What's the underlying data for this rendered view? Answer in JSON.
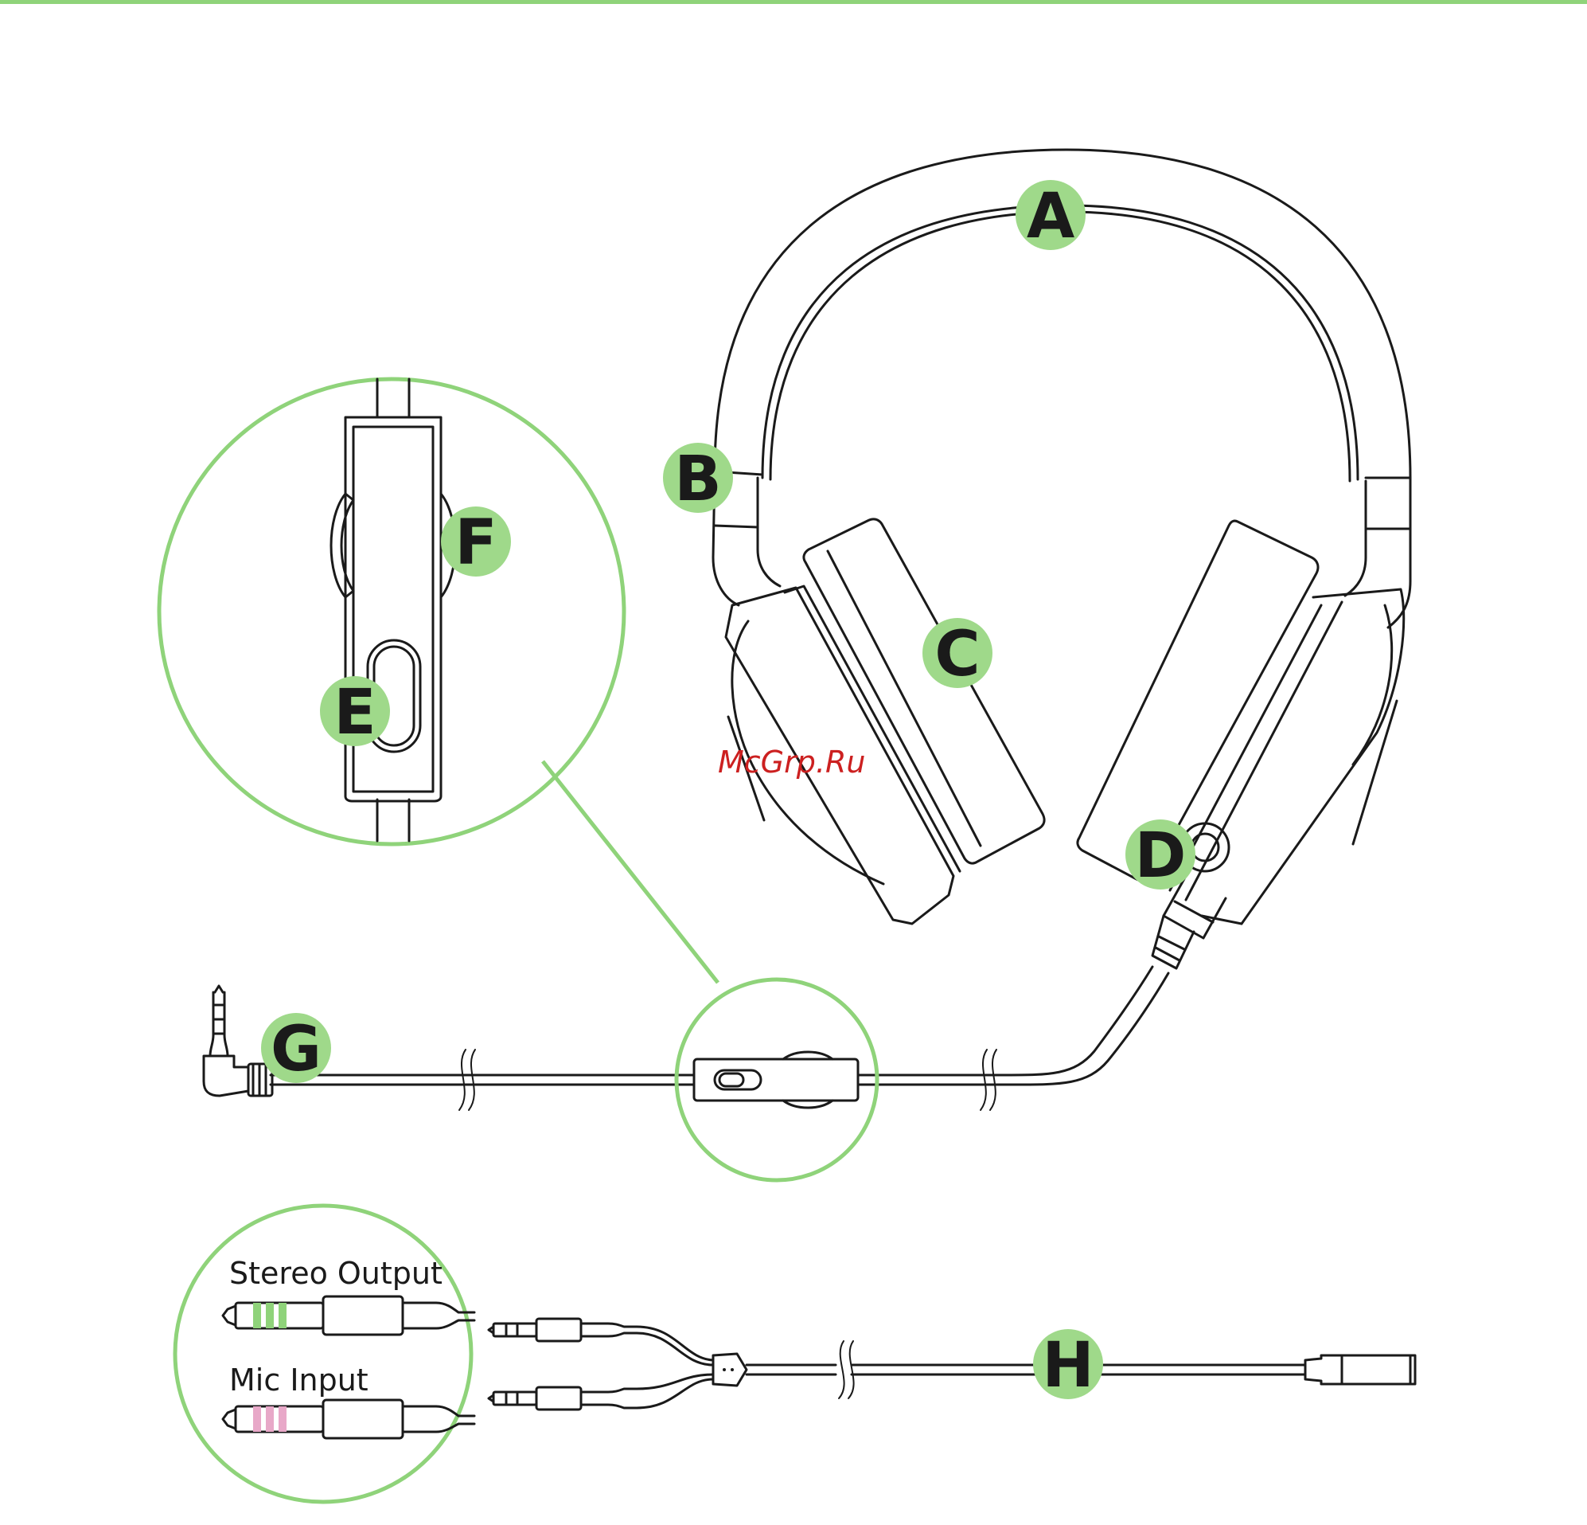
{
  "callouts": {
    "A": "A",
    "B": "B",
    "C": "C",
    "D": "D",
    "E": "E",
    "F": "F",
    "G": "G",
    "H": "H"
  },
  "labels": {
    "stereo_output": "Stereo Output",
    "mic_input": "Mic Input"
  },
  "watermark": "McGrp.Ru",
  "colors": {
    "accent_green": "#8fd37a",
    "callout_fill": "#9fd98a",
    "line": "#1a1a1a",
    "stereo_band": "#8fd37a",
    "mic_band": "#e8a8c8",
    "watermark": "#cc2020"
  }
}
